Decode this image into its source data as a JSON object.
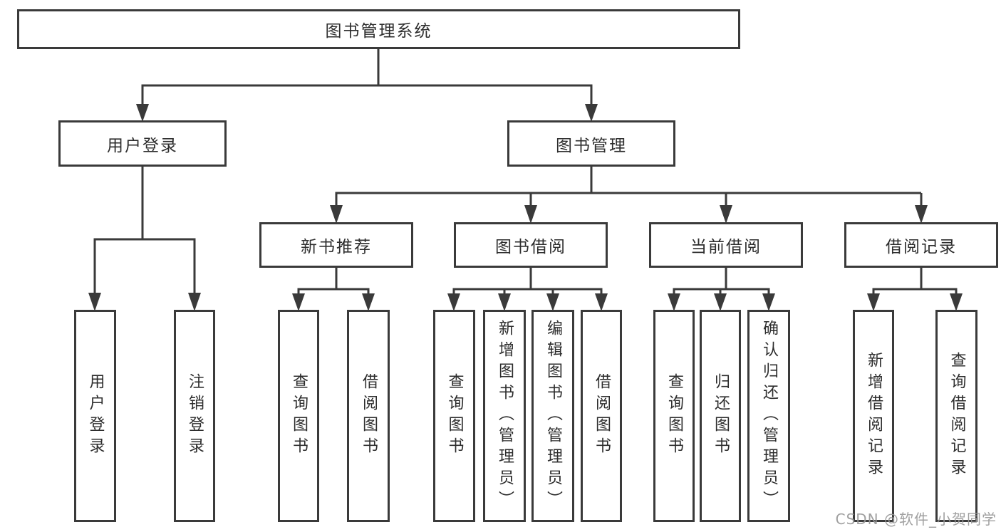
{
  "diagram": {
    "watermark": "CSDN @软件_小贺同学",
    "colors": {
      "line": "#3a3a3a",
      "text": "#2d2d2d",
      "background": "#ffffff",
      "watermark": "#989898"
    },
    "tree": {
      "label": "图书管理系统",
      "children": [
        {
          "label": "用户登录",
          "children": [
            {
              "label": "用户登录"
            },
            {
              "label": "注销登录"
            }
          ]
        },
        {
          "label": "图书管理",
          "children": [
            {
              "label": "新书推荐",
              "children": [
                {
                  "label": "查询图书"
                },
                {
                  "label": "借阅图书"
                }
              ]
            },
            {
              "label": "图书借阅",
              "children": [
                {
                  "label": "查询图书"
                },
                {
                  "label": "新增图书（管理员）"
                },
                {
                  "label": "编辑图书（管理员）"
                },
                {
                  "label": "借阅图书"
                }
              ]
            },
            {
              "label": "当前借阅",
              "children": [
                {
                  "label": "查询图书"
                },
                {
                  "label": "归还图书"
                },
                {
                  "label": "确认归还（管理员）"
                }
              ]
            },
            {
              "label": "借阅记录",
              "children": [
                {
                  "label": "新增借阅记录"
                },
                {
                  "label": "查询借阅记录"
                }
              ]
            }
          ]
        }
      ]
    }
  }
}
